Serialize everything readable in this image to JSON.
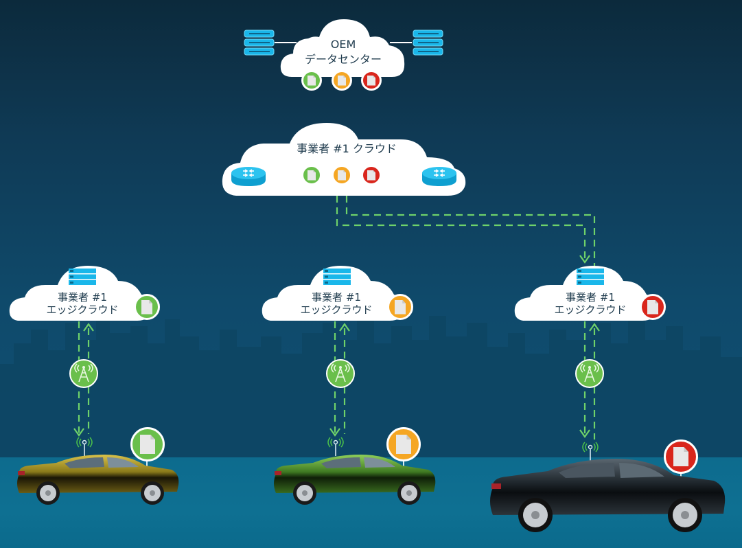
{
  "diagram": {
    "colors": {
      "status_green": "#6abf4b",
      "status_orange": "#f5a623",
      "status_red": "#d9261c",
      "link_dashed": "#6fd26a",
      "server_blue": "#1ab7ea",
      "cloud_fill": "#ffffff",
      "text_dark": "#1f3b4d"
    },
    "oem_cloud": {
      "title_line1": "OEM",
      "title_line2": "データセンター",
      "icons": [
        "server-rack-icon",
        "server-rack-icon"
      ],
      "documents": [
        "green",
        "orange",
        "red"
      ]
    },
    "operator_cloud": {
      "title": "事業者 #1 クラウド",
      "icons": [
        "router-icon",
        "router-icon"
      ],
      "documents": [
        "green",
        "orange",
        "red"
      ]
    },
    "edge_clouds": [
      {
        "line1": "事業者 #1",
        "line2": "エッジクラウド",
        "document": "green",
        "icon": "server-rack-icon"
      },
      {
        "line1": "事業者 #1",
        "line2": "エッジクラウド",
        "document": "orange",
        "icon": "server-rack-icon"
      },
      {
        "line1": "事業者 #1",
        "line2": "エッジクラウド",
        "document": "red",
        "icon": "server-rack-icon"
      }
    ],
    "cell_towers": [
      "cell-tower-icon",
      "cell-tower-icon",
      "cell-tower-icon"
    ],
    "vehicles": [
      {
        "color": "gold",
        "document": "green"
      },
      {
        "color": "green",
        "document": "orange"
      },
      {
        "color": "black",
        "document": "red"
      }
    ]
  }
}
